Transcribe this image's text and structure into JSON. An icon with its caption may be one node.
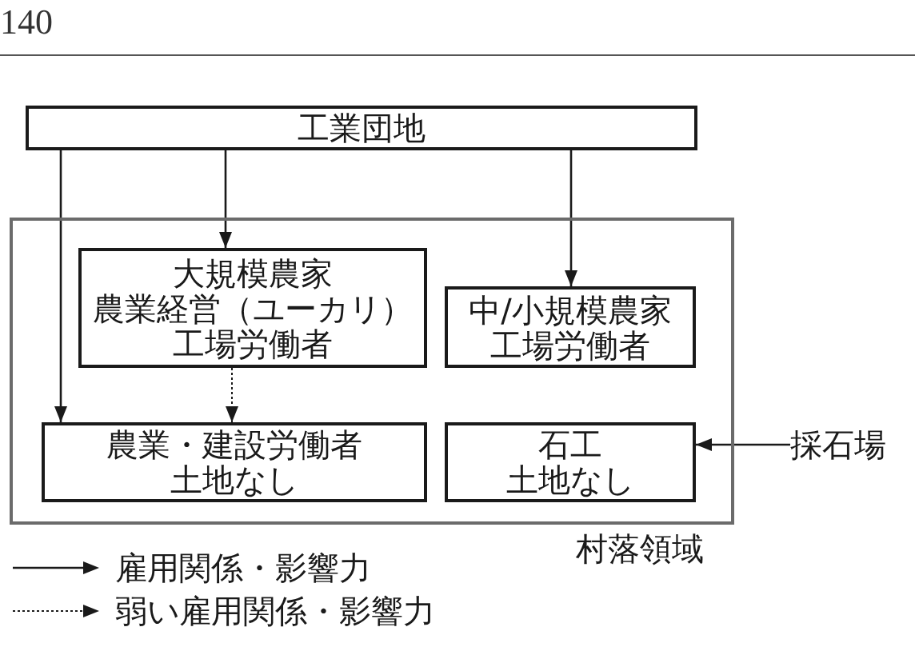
{
  "diagram": {
    "nodes": [
      {
        "text": [
          "工業団地"
        ]
      },
      {
        "text": [
          "村落領域"
        ]
      },
      {
        "text": [
          "大規模農家",
          "農業経営（ユーカリ）",
          "工場労働者"
        ],
        "in": 1
      },
      {
        "text": [
          "中/小規模農家",
          "工場労働者"
        ],
        "in": 1
      },
      {
        "text": [
          "農業・建設労働者",
          "土地なし"
        ],
        "in": 1
      },
      {
        "text": [
          "石工",
          "土地なし"
        ],
        "in": 1
      },
      {
        "text": [
          "採石場"
        ]
      }
    ],
    "edges": [
      {
        "from": 0,
        "to": 4,
        "arrow": "to"
      },
      {
        "from": 0,
        "to": 2,
        "arrow": "to"
      },
      {
        "from": 0,
        "to": 3,
        "arrow": "to"
      },
      {
        "from": 2,
        "to": 4,
        "arrow": "to",
        "style": "dashed"
      },
      {
        "from": 6,
        "to": 5,
        "arrow": "to"
      }
    ],
    "labels": [
      "140"
    ],
    "legend": [
      {
        "text": "雇用関係・影響力"
      },
      {
        "text": "弱い雇用関係・影響力"
      }
    ]
  }
}
